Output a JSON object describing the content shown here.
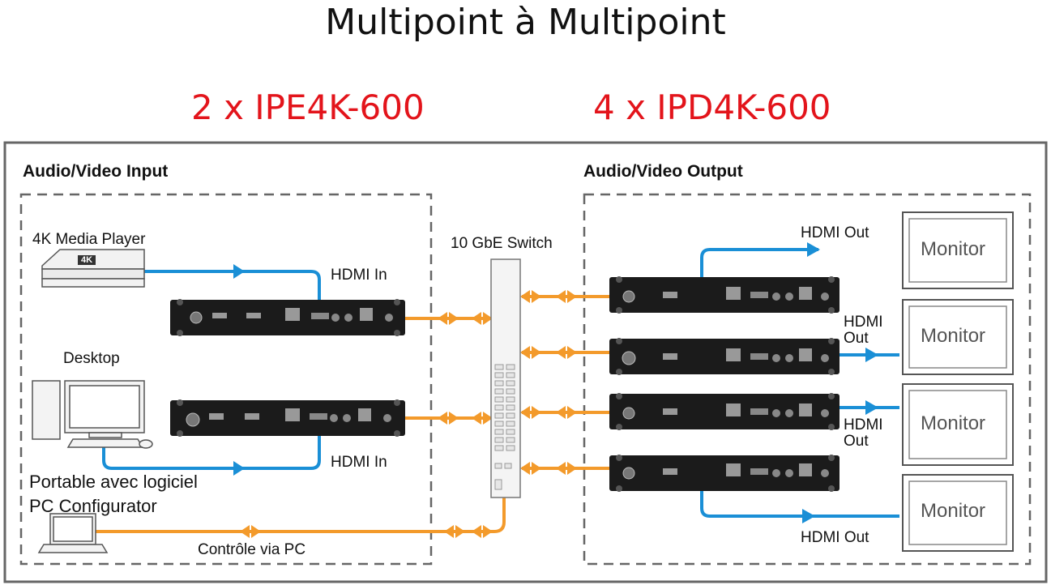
{
  "title": "Multipoint à Multipoint",
  "encoders_label": "2 x IPE4K-600",
  "decoders_label": "4 x IPD4K-600",
  "input_section": "Audio/Video Input",
  "output_section": "Audio/Video Output",
  "switch_label": "10 GbE Switch",
  "sources": {
    "media_player": "4K Media Player",
    "media_player_badge": "4K",
    "desktop": "Desktop",
    "laptop_line1": "Portable avec logiciel",
    "laptop_line2": "PC Configurator"
  },
  "links": {
    "hdmi_in_1": "HDMI In",
    "hdmi_in_2": "HDMI In",
    "hdmi_out_1": "HDMI Out",
    "hdmi_out_2_line1": "HDMI",
    "hdmi_out_2_line2": "Out",
    "hdmi_out_3_line1": "HDMI",
    "hdmi_out_3_line2": "Out",
    "hdmi_out_4": "HDMI Out",
    "control": "Contrôle via PC"
  },
  "monitors": [
    "Monitor",
    "Monitor",
    "Monitor",
    "Monitor"
  ],
  "colors": {
    "hdmi_line": "#1a8fd6",
    "network_line": "#f39a2b",
    "accent_red": "#e3141b"
  }
}
